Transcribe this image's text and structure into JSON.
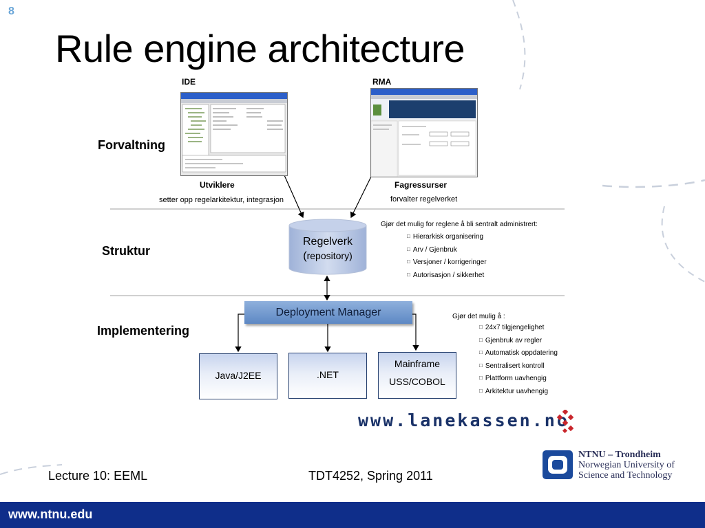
{
  "slide_number": "8",
  "title": "Rule engine architecture",
  "rows": {
    "forvaltning": "Forvaltning",
    "struktur": "Struktur",
    "implementering": "Implementering"
  },
  "ide": {
    "label": "IDE",
    "role": "Utviklere",
    "desc": "setter opp regelarkitektur, integrasjon"
  },
  "rma": {
    "label": "RMA",
    "role": "Fagressurser",
    "desc": "forvalter  regelverket"
  },
  "repository": {
    "line1": "Regelverk",
    "paren_open": "(",
    "line2": "repository)"
  },
  "repo_notes": {
    "intro": "Gjør det mulig for reglene å bli sentralt administrert:",
    "items": [
      "Hierarkisk organisering",
      "Arv / Gjenbruk",
      "Versjoner / korrigeringer",
      "Autorisasjon / sikkerhet"
    ]
  },
  "deployment_manager": "Deployment Manager",
  "platforms": {
    "java": "Java/J2EE",
    "dotnet": ".NET",
    "mainframe_1": "Mainframe",
    "mainframe_2": "USS/COBOL"
  },
  "deploy_notes": {
    "intro": "Gjør det mulig å :",
    "items": [
      "24x7 tilgjengelighet",
      "Gjenbruk av regler",
      "Automatisk oppdatering",
      "Sentralisert kontroll",
      "Plattform uavhengig",
      "Arkitektur uavhengig"
    ]
  },
  "lanekassen_url": "www.lanekassen.no",
  "footer": {
    "left": "Lecture 10: EEML",
    "center": "TDT4252, Spring 2011",
    "ntnu_line1": "NTNU – Trondheim",
    "ntnu_line2": "Norwegian University of",
    "ntnu_line3": "Science and Technology",
    "url": "www.ntnu.edu"
  },
  "colors": {
    "bottom_band": "#0f2e8a",
    "deployment_manager": "#6b92c9",
    "repository": "#b8c6e3",
    "ntnu_logo": "#1b4a9c"
  }
}
